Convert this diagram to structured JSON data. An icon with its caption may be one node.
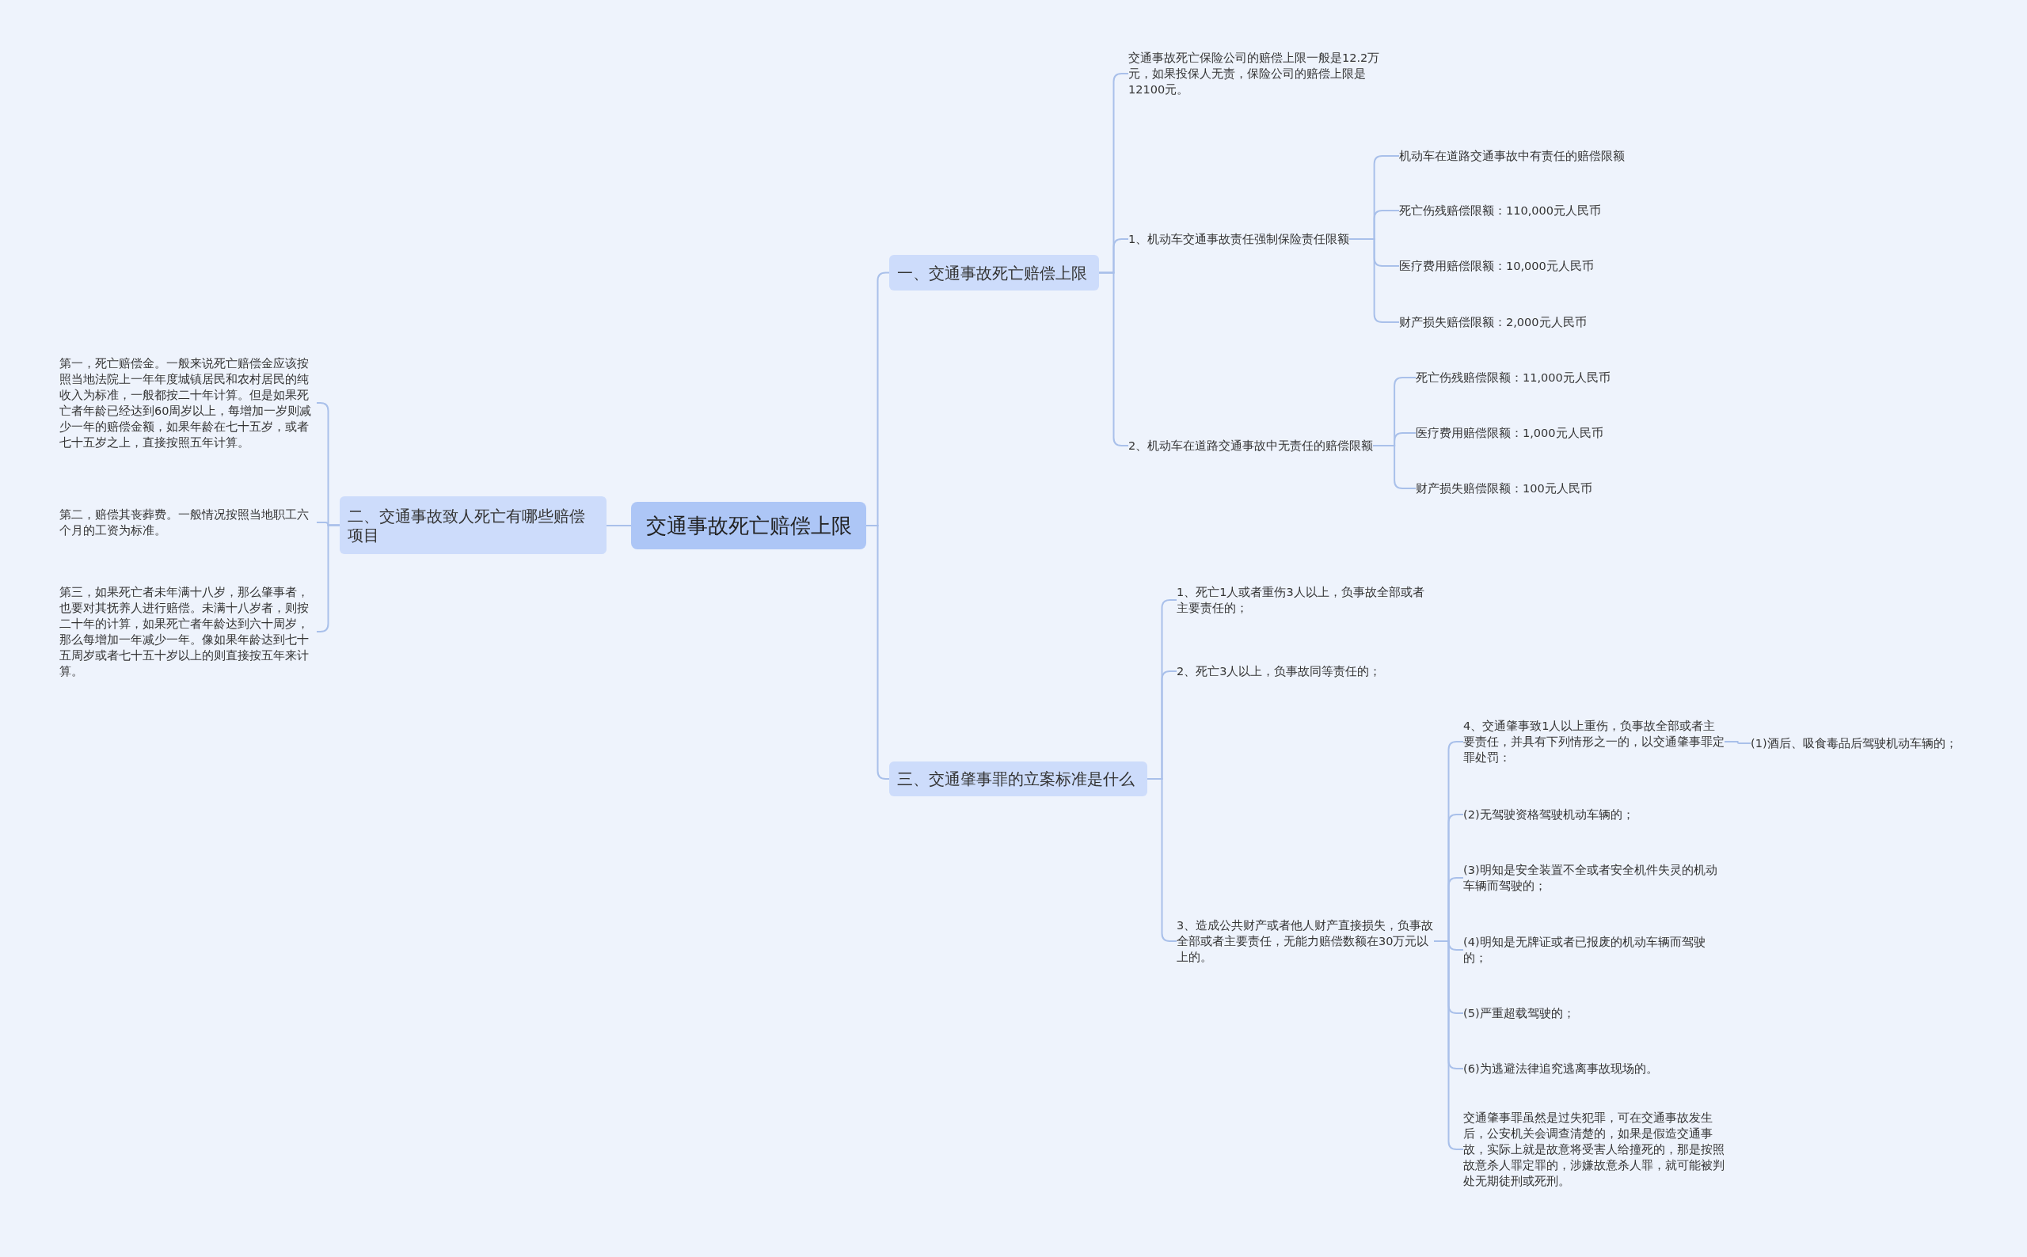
{
  "diagram": {
    "nodes": [
      {
        "text": [
          "交通事故死亡赔偿上限"
        ]
      },
      {
        "text": [
          "一、交通事故死亡赔偿上限"
        ]
      },
      {
        "text": [
          "交通事故死亡保险公司的赔偿上限一般是12.2万元，如果投保人无责，保险公司的赔偿上限是12100元。"
        ]
      },
      {
        "text": [
          "1、机动车交通事故责任强制保险责任限额"
        ]
      },
      {
        "text": [
          "机动车在道路交通事故中有责任的赔偿限额"
        ]
      },
      {
        "text": [
          "死亡伤残赔偿限额：110,000元人民币"
        ]
      },
      {
        "text": [
          "医疗费用赔偿限额：10,000元人民币"
        ]
      },
      {
        "text": [
          "财产损失赔偿限额：2,000元人民币"
        ]
      },
      {
        "text": [
          "2、机动车在道路交通事故中无责任的赔偿限额"
        ]
      },
      {
        "text": [
          "死亡伤残赔偿限额：11,000元人民币"
        ]
      },
      {
        "text": [
          "医疗费用赔偿限额：1,000元人民币"
        ]
      },
      {
        "text": [
          "财产损失赔偿限额：100元人民币"
        ]
      },
      {
        "text": [
          "二、交通事故致人死亡有哪些赔偿项目"
        ]
      },
      {
        "text": [
          "第一，死亡赔偿金。一般来说死亡赔偿金应该按照当地法院上一年年度城镇居民和农村居民的纯收入为标准，一般都按二十年计算。但是如果死亡者年龄已经达到60周岁以上，每增加一岁则减少一年的赔偿金额，如果年龄在七十五岁，或者七十五岁之上，直接按照五年计算。"
        ]
      },
      {
        "text": [
          "第二，赔偿其丧葬费。一般情况按照当地职工六个月的工资为标准。"
        ]
      },
      {
        "text": [
          "第三，如果死亡者未年满十八岁，那么肇事者，也要对其抚养人进行赔偿。未满十八岁者，则按二十年的计算，如果死亡者年龄达到六十周岁，那么每增加一年减少一年。像如果年龄达到七十五周岁或者七十五十岁以上的则直接按五年来计算。"
        ]
      },
      {
        "text": [
          "三、交通肇事罪的立案标准是什么"
        ]
      },
      {
        "text": [
          "1、死亡1人或者重伤3人以上，负事故全部或者主要责任的；"
        ]
      },
      {
        "text": [
          "2、死亡3人以上，负事故同等责任的；"
        ]
      },
      {
        "text": [
          "3、造成公共财产或者他人财产直接损失，负事故全部或者主要责任，无能力赔偿数额在30万元以上的。"
        ]
      },
      {
        "text": [
          "4、交通肇事致1人以上重伤，负事故全部或者主要责任，并具有下列情形之一的，以交通肇事罪定罪处罚："
        ]
      },
      {
        "text": [
          "(1)酒后、吸食毒品后驾驶机动车辆的；"
        ]
      },
      {
        "text": [
          "(2)无驾驶资格驾驶机动车辆的；"
        ]
      },
      {
        "text": [
          "(3)明知是安全装置不全或者安全机件失灵的机动车辆而驾驶的；"
        ]
      },
      {
        "text": [
          "(4)明知是无牌证或者已报废的机动车辆而驾驶的；"
        ]
      },
      {
        "text": [
          "(5)严重超载驾驶的；"
        ]
      },
      {
        "text": [
          "(6)为逃避法律追究逃离事故现场的。"
        ]
      },
      {
        "text": [
          "交通肇事罪虽然是过失犯罪，可在交通事故发生后，公安机关会调查清楚的，如果是假造交通事故，实际上就是故意将受害人给撞死的，那是按照故意杀人罪定罪的，涉嫌故意杀人罪，就可能被判处无期徒刑或死刑。"
        ]
      }
    ],
    "edges": [
      {
        "from": 0,
        "to": 1,
        "arrow": "none"
      },
      {
        "from": 1,
        "to": 2,
        "arrow": "none"
      },
      {
        "from": 1,
        "to": 3,
        "arrow": "none"
      },
      {
        "from": 3,
        "to": 4,
        "arrow": "none"
      },
      {
        "from": 3,
        "to": 5,
        "arrow": "none"
      },
      {
        "from": 3,
        "to": 6,
        "arrow": "none"
      },
      {
        "from": 3,
        "to": 7,
        "arrow": "none"
      },
      {
        "from": 1,
        "to": 8,
        "arrow": "none"
      },
      {
        "from": 8,
        "to": 9,
        "arrow": "none"
      },
      {
        "from": 8,
        "to": 10,
        "arrow": "none"
      },
      {
        "from": 8,
        "to": 11,
        "arrow": "none"
      },
      {
        "from": 0,
        "to": 12,
        "arrow": "none"
      },
      {
        "from": 12,
        "to": 13,
        "arrow": "none"
      },
      {
        "from": 12,
        "to": 14,
        "arrow": "none"
      },
      {
        "from": 12,
        "to": 15,
        "arrow": "none"
      },
      {
        "from": 0,
        "to": 16,
        "arrow": "none"
      },
      {
        "from": 16,
        "to": 17,
        "arrow": "none"
      },
      {
        "from": 16,
        "to": 18,
        "arrow": "none"
      },
      {
        "from": 16,
        "to": 19,
        "arrow": "none"
      },
      {
        "from": 19,
        "to": 20,
        "arrow": "none"
      },
      {
        "from": 20,
        "to": 21,
        "arrow": "none"
      },
      {
        "from": 19,
        "to": 22,
        "arrow": "none"
      },
      {
        "from": 19,
        "to": 23,
        "arrow": "none"
      },
      {
        "from": 19,
        "to": 24,
        "arrow": "none"
      },
      {
        "from": 19,
        "to": 25,
        "arrow": "none"
      },
      {
        "from": 19,
        "to": 26,
        "arrow": "none"
      },
      {
        "from": 19,
        "to": 27,
        "arrow": "none"
      }
    ]
  }
}
